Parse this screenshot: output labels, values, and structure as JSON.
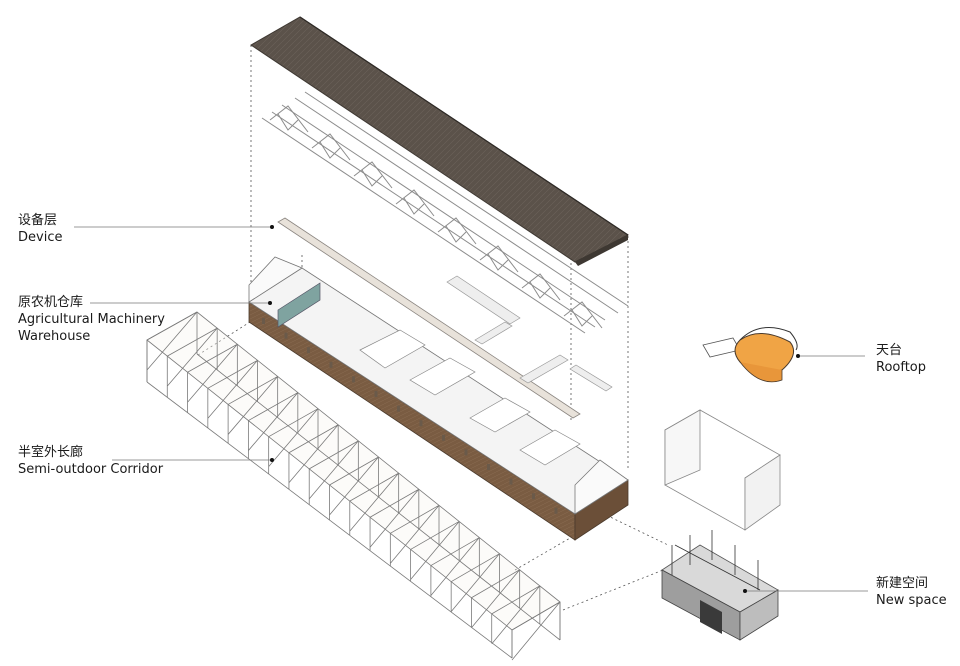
{
  "labels": {
    "device": {
      "zh": "设备层",
      "en": "Device"
    },
    "warehouse": {
      "zh": "原农机仓库",
      "en1": "Agricultural Machinery",
      "en2": "Warehouse"
    },
    "corridor": {
      "zh": "半室外长廊",
      "en": "Semi-outdoor  Corridor"
    },
    "rooftop": {
      "zh": "天台",
      "en": "Rooftop"
    },
    "newspace": {
      "zh": "新建空间",
      "en": "New space"
    }
  },
  "colors": {
    "roof": "#5b524a",
    "truss": "#9a9a9a",
    "brick": "#7a5c42",
    "wall": "#f3f3f3",
    "glass": "#7fa3a0",
    "rooftop": "#f0a445",
    "leader": "#666666",
    "projection": "#444444"
  }
}
